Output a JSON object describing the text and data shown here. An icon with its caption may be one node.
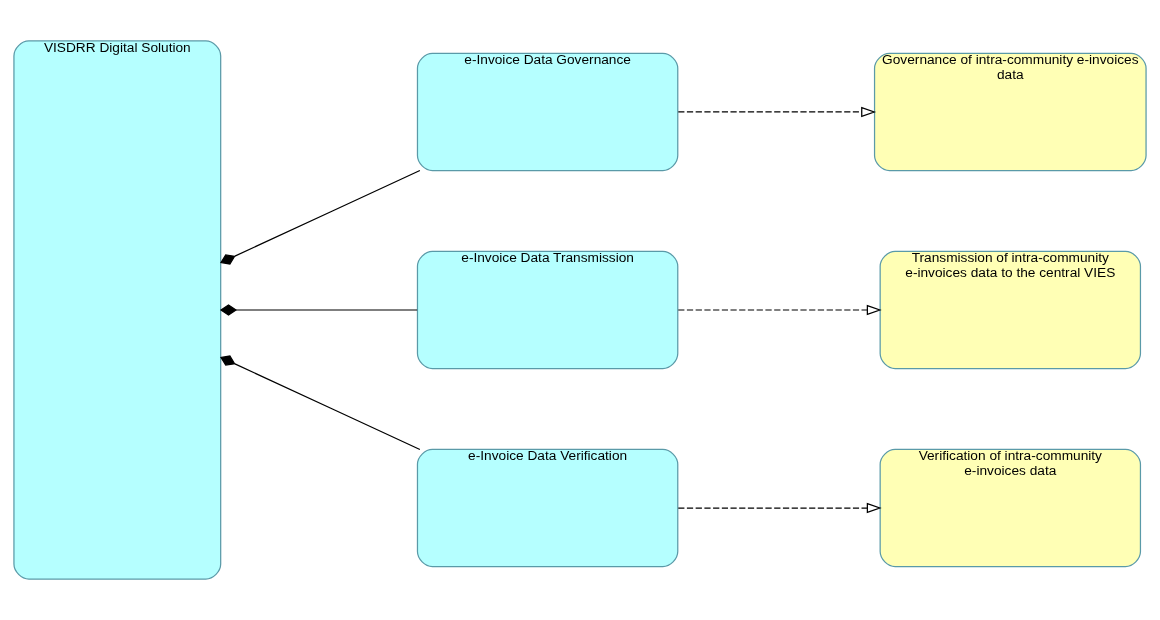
{
  "diagram": {
    "nodes": [
      {
        "text": [
          "VISDRR Digital Solution"
        ]
      },
      {
        "text": [
          "e-Invoice Data Governance"
        ]
      },
      {
        "text": [
          "e-Invoice Data Transmission"
        ]
      },
      {
        "text": [
          "e-Invoice Data Verification"
        ]
      },
      {
        "text": [
          "Governance of intra-community e-invoices data"
        ]
      },
      {
        "text": [
          "Transmission of intra-community e-invoices data to the central VIES"
        ]
      },
      {
        "text": [
          "Verification of intra-community e-invoices data"
        ]
      }
    ],
    "edges": [
      {
        "from": 0,
        "to": 1,
        "arrow": "other"
      },
      {
        "from": 0,
        "to": 2,
        "arrow": "other"
      },
      {
        "from": 0,
        "to": 3,
        "arrow": "other"
      },
      {
        "from": 1,
        "to": 4,
        "arrow": "to",
        "style": "dashed"
      },
      {
        "from": 2,
        "to": 5,
        "arrow": "to",
        "style": "dashed"
      },
      {
        "from": 3,
        "to": 6,
        "arrow": "to",
        "style": "dashed"
      }
    ]
  }
}
